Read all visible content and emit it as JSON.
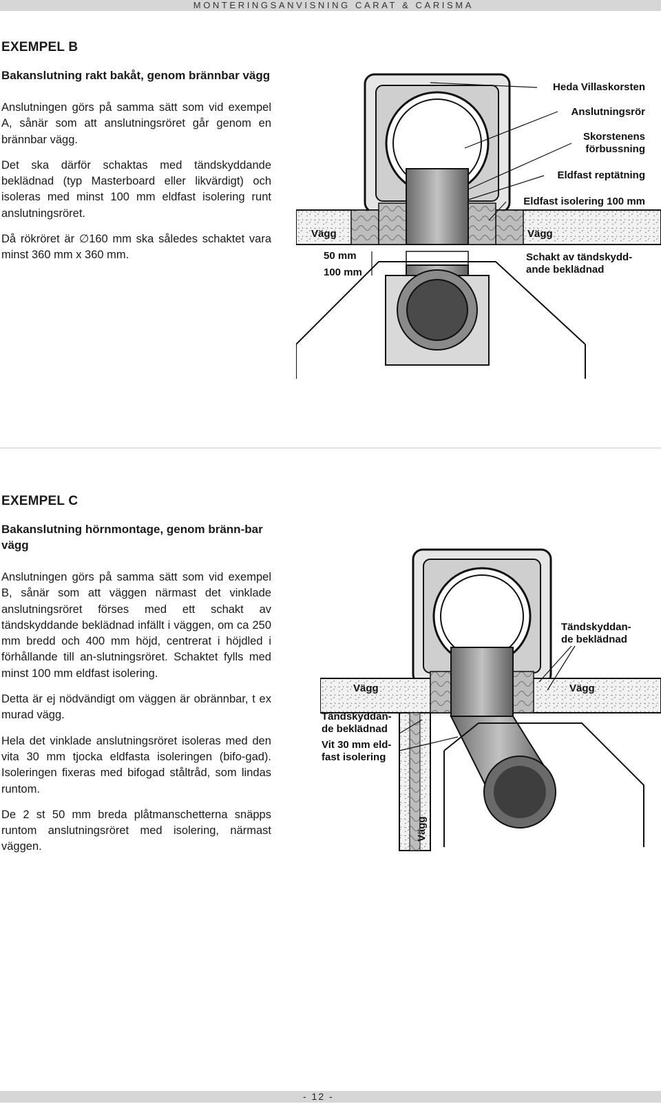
{
  "header": {
    "text": "MONTERINGSANVISNING CARAT & CARISMA"
  },
  "example_b": {
    "title": "EXEMPEL B",
    "subtitle": "Bakanslutning rakt bakåt, genom brännbar vägg",
    "paragraphs": [
      "Anslutningen görs på samma sätt som vid exempel A, sånär som att anslutningsröret går genom en brännbar vägg.",
      "Det ska därför schaktas med tändskyddande beklädnad (typ Masterboard eller likvärdigt) och isoleras med minst 100 mm eldfast isolering runt anslutningsröret.",
      "Då rökröret är ∅160 mm ska således schaktet vara minst 360 mm x 360 mm."
    ],
    "figure_labels": {
      "heda": "Heda Villaskorsten",
      "anslutningsror": "Anslutningsrör",
      "skorstenens_1": "Skorstenens",
      "skorstenens_2": "förbussning",
      "reptatning": "Eldfast reptätning",
      "isolering": "Eldfast isolering 100 mm",
      "vagg_left": "Vägg",
      "vagg_right": "Vägg",
      "dim_50": "50 mm",
      "dim_100": "100 mm",
      "schakt_1": "Schakt av tändskydd-",
      "schakt_2": "ande beklädnad"
    }
  },
  "example_c": {
    "title": "EXEMPEL C",
    "subtitle": "Bakanslutning hörnmontage, genom bränn-bar vägg",
    "paragraphs": [
      "Anslutningen görs på samma sätt som vid exempel B, sånär som att väggen närmast det vinklade anslutningsröret förses med ett schakt av tändskyddande beklädnad infällt i väggen, om ca 250 mm bredd och 400 mm höjd, centrerat i höjdled i förhållande till an-slutningsröret. Schaktet fylls med minst 100 mm eldfast isolering.",
      "Detta är ej nödvändigt om väggen är obrännbar, t ex murad vägg.",
      "Hela det vinklade anslutningsröret isoleras med den vita 30 mm tjocka eldfasta isoleringen (bifo-gad). Isoleringen fixeras med bifogad ståltråd, som lindas runtom.",
      "De 2 st 50 mm breda plåtmanschetterna snäpps runtom anslutningsröret med isolering, närmast väggen."
    ],
    "figure_labels": {
      "tandskydd_r1": "Tändskyddan-",
      "tandskydd_r2": "de beklädnad",
      "vagg_left": "Vägg",
      "vagg_right": "Vägg",
      "tandskydd_l1": "Tändskyddan-",
      "tandskydd_l2": "de beklädnad",
      "vit_1": "Vit 30 mm eld-",
      "vit_2": "fast isolering",
      "vagg_vertical": "Vägg"
    }
  },
  "footer": {
    "page": "- 12 -"
  }
}
